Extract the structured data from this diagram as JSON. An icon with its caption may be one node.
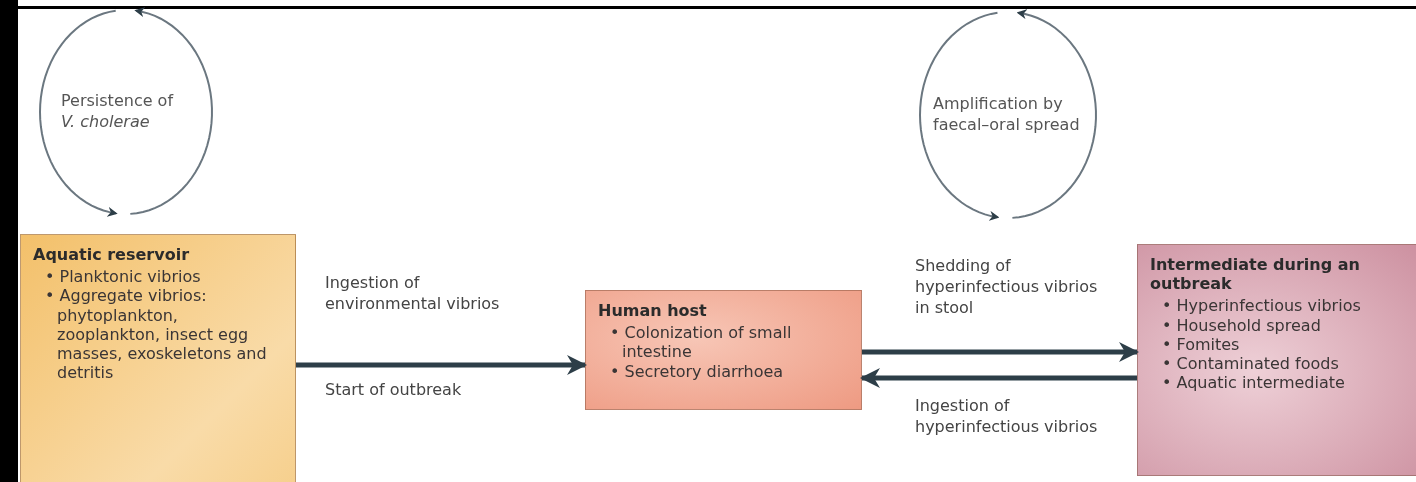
{
  "diagram": {
    "nodes": [
      {
        "text": [
          "Persistence of *V. cholerae*"
        ]
      },
      {
        "text": [
          "Aquatic reservoir",
          "• Planktonic vibrios",
          "• Aggregate vibrios: phytoplankton, zooplankton, insect egg masses, exoskeletons and detritis"
        ]
      },
      {
        "text": [
          "Human host",
          "• Colonization of small intestine",
          "• Secretory diarrhoea"
        ]
      },
      {
        "text": [
          "Amplification by faecal–oral spread"
        ]
      },
      {
        "text": [
          "Intermediate during an outbreak",
          "• Hyperinfectious vibrios",
          "• Household spread",
          "• Fomites",
          "• Contaminated foods",
          "• Aquatic intermediate"
        ]
      }
    ],
    "edges": [
      {
        "from": 1,
        "to": 2,
        "arrow": "to",
        "label": "Ingestion of environmental vibrios"
      },
      {
        "from": 2,
        "to": 4,
        "arrow": "to",
        "label": "Shedding of hyperinfectious vibrios in stool"
      },
      {
        "from": 4,
        "to": 2,
        "arrow": "to",
        "label": "Ingestion of hyperinfectious vibrios"
      }
    ],
    "labels": [
      "Start of outbreak"
    ]
  }
}
